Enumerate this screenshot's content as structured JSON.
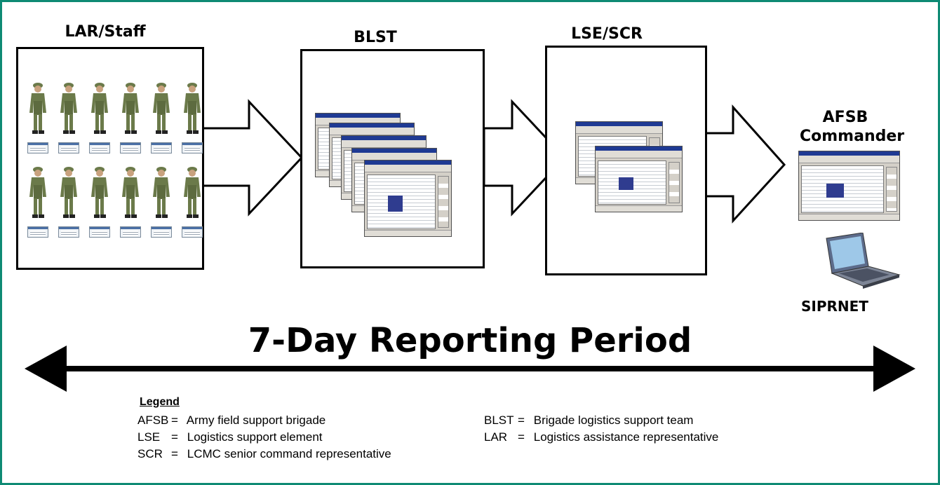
{
  "headings": {
    "lar_staff": "LAR/Staff",
    "blst": "BLST",
    "lse_scr": "LSE/SCR",
    "afsb_line1": "AFSB",
    "afsb_line2": "Commander"
  },
  "siprnet_label": "SIPRNET",
  "period_label": "7-Day Reporting Period",
  "legend": {
    "title": "Legend",
    "eq": "=",
    "left": [
      {
        "abbr": "AFSB",
        "definition": "Army field support brigade"
      },
      {
        "abbr": "LSE",
        "definition": "Logistics support element"
      },
      {
        "abbr": "SCR",
        "definition": "LCMC senior command representative"
      }
    ],
    "right": [
      {
        "abbr": "BLST",
        "definition": "Brigade logistics support team"
      },
      {
        "abbr": "LAR",
        "definition": "Logistics assistance representative"
      }
    ]
  },
  "colors": {
    "frame_border": "#0e8a74",
    "window_title": "#1f3a93",
    "uniform_green": "#6b7a4a"
  },
  "icons": [
    "soldier-icon",
    "spreadsheet-thumbnail-icon",
    "report-window-icon",
    "laptop-icon",
    "flow-arrow",
    "double-headed-arrow"
  ]
}
